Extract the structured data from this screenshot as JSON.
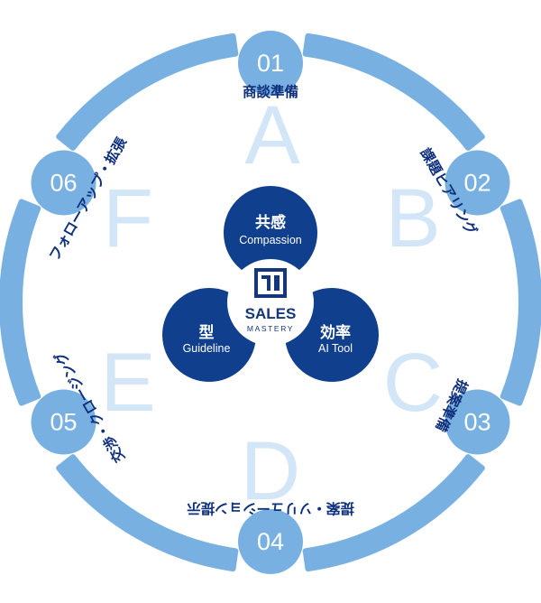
{
  "cycle": {
    "steps": [
      {
        "number": "01",
        "letter": "A",
        "label": "商談準備"
      },
      {
        "number": "02",
        "letter": "B",
        "label": "課題ヒアリング"
      },
      {
        "number": "03",
        "letter": "C",
        "label": "提案準備"
      },
      {
        "number": "04",
        "letter": "D",
        "label": "提案・ソリューション提示"
      },
      {
        "number": "05",
        "letter": "E",
        "label": "交渉・クロージング"
      },
      {
        "number": "06",
        "letter": "F",
        "label": "フォローアップ・拡張"
      }
    ]
  },
  "core": {
    "logo_main": "SALES",
    "logo_sub": "MASTERY",
    "lobes": [
      {
        "title": "共感",
        "subtitle": "Compassion"
      },
      {
        "title": "型",
        "subtitle": "Guideline"
      },
      {
        "title": "効率",
        "subtitle": "AI Tool"
      }
    ]
  },
  "colors": {
    "ring": "#78b1e1",
    "letters": "#d3e6f7",
    "label_text": "#0d2f7c",
    "core_blue": "#0f3f8d"
  }
}
